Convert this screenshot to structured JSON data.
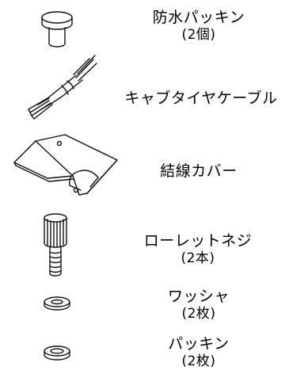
{
  "parts": [
    {
      "name": "防水パッキン",
      "qty": "(2個)"
    },
    {
      "name": "キャブタイヤケーブル",
      "qty": ""
    },
    {
      "name": "結線カバー",
      "qty": ""
    },
    {
      "name": "ローレットネジ",
      "qty": "(2本)"
    },
    {
      "name": "ワッシャ",
      "qty": "(2枚)"
    },
    {
      "name": "パッキン",
      "qty": "(2枚)"
    }
  ]
}
